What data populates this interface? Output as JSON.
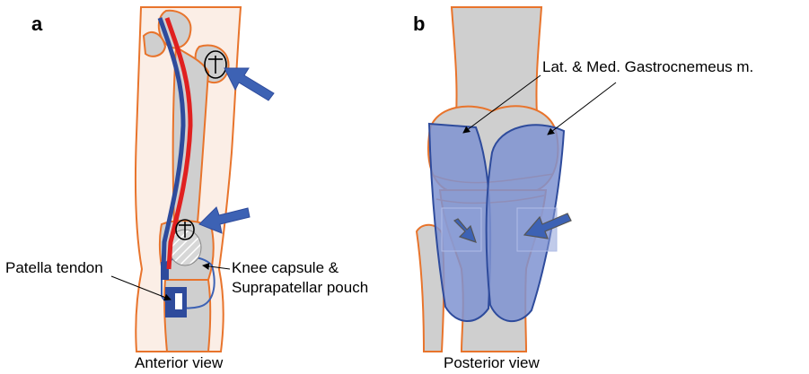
{
  "panels": [
    {
      "letter": "a",
      "caption": "Anterior view",
      "labels": {
        "patella_tendon": "Patella tendon",
        "knee_capsule_line1": "Knee capsule &",
        "knee_capsule_line2": "Suprapatellar pouch"
      }
    },
    {
      "letter": "b",
      "caption": "Posterior view",
      "labels": {
        "gastrocnemeus": "Lat. & Med. Gastrocnemeus m."
      }
    }
  ],
  "colors": {
    "bone_fill": "#cfcfcf",
    "soft_tissue": "#fbeee6",
    "outline_orange": "#e8742c",
    "arrow_blue": "#3d62b4",
    "dark_blue": "#2e4b9c",
    "red_vessel": "#e02020",
    "muscle_fill": "#7f93d1"
  }
}
